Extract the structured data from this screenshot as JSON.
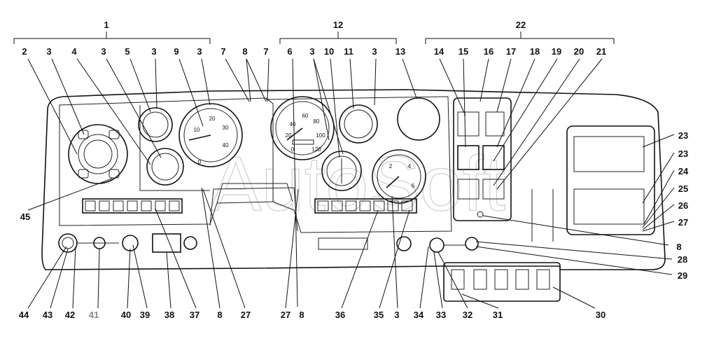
{
  "watermark": "AutoSoft",
  "callouts": {
    "top_groups": [
      "1",
      "12",
      "22"
    ],
    "top_row": [
      "2",
      "3",
      "4",
      "3",
      "5",
      "3",
      "9",
      "3",
      "7",
      "8",
      "7",
      "6",
      "3",
      "10",
      "11",
      "3",
      "13",
      "14",
      "15",
      "16",
      "17",
      "18",
      "19",
      "20",
      "21"
    ],
    "right_column": [
      "23",
      "23",
      "24",
      "25",
      "26",
      "27",
      "8",
      "28",
      "29"
    ],
    "bottom_row": [
      "44",
      "43",
      "42",
      "41",
      "40",
      "39",
      "38",
      "37",
      "8",
      "27",
      "27",
      "8",
      "36",
      "35",
      "3",
      "34",
      "33",
      "32",
      "31",
      "30"
    ],
    "left": [
      "45"
    ]
  },
  "gauge_marks": {
    "tacho": [
      "10",
      "20",
      "30",
      "40",
      "0"
    ],
    "speedo": [
      "40",
      "60",
      "80",
      "100",
      "120",
      "0",
      "20"
    ],
    "pressure": [
      "2",
      "4",
      "6"
    ]
  }
}
